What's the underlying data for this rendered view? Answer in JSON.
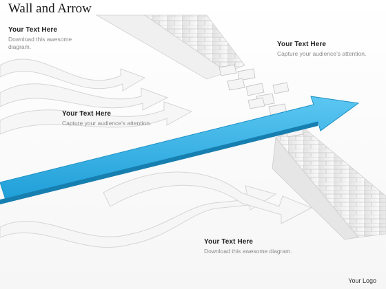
{
  "title": "Wall and Arrow",
  "callouts": [
    {
      "heading": "Your Text Here",
      "body": "Download this awesome diagram."
    },
    {
      "heading": "Your Text Here",
      "body": "Capture your audience’s attention."
    },
    {
      "heading": "Your Text Here",
      "body": "Capture your audience’s attention."
    },
    {
      "heading": "Your Text Here",
      "body": "Download this awesome diagram."
    }
  ],
  "logo": "Your Logo",
  "colors": {
    "accent_arrow": "#2aa9e0",
    "white_arrows": "#f4f4f4",
    "wall": "#ececec"
  }
}
